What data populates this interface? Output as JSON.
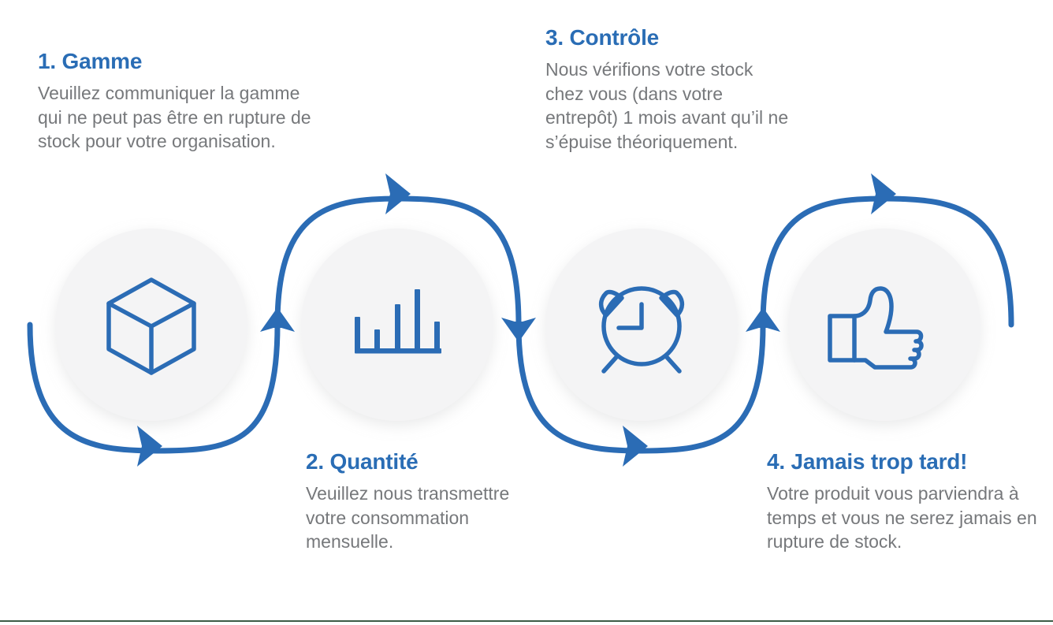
{
  "theme": {
    "accent_blue": "#2a6db5",
    "line_blue": "#2b6cb5",
    "body_text_gray": "#76787b",
    "circle_fill": "#f4f4f5",
    "page_background": "#ffffff",
    "bottom_rule_color": "#3c5c46"
  },
  "steps": [
    {
      "id": "step-1",
      "heading": "1. Gamme",
      "body": "Veuillez communiquer la gamme qui ne peut pas être en rupture de stock pour votre organisation.",
      "icon": "cube-icon",
      "position": "above"
    },
    {
      "id": "step-2",
      "heading": "2. Quantité",
      "body": "Veuillez nous transmettre votre consommation mensuelle.",
      "icon": "bar-chart-icon",
      "position": "below"
    },
    {
      "id": "step-3",
      "heading": "3. Contrôle",
      "body": "Nous vérifions votre stock chez vous (dans votre entrepôt) 1 mois avant qu’il ne s’épuise théoriquement.",
      "icon": "alarm-clock-icon",
      "position": "above"
    },
    {
      "id": "step-4",
      "heading": "4. Jamais trop tard!",
      "body": "Votre produit vous parviendra à temps et vous ne serez jamais en rupture de stock.",
      "icon": "thumbs-up-icon",
      "position": "below"
    }
  ],
  "flow": {
    "arrow_count": 4,
    "arrow_directions": [
      "up",
      "right",
      "down",
      "right",
      "up",
      "right"
    ],
    "description": "S-curve wave connecting four step circles left to right"
  }
}
